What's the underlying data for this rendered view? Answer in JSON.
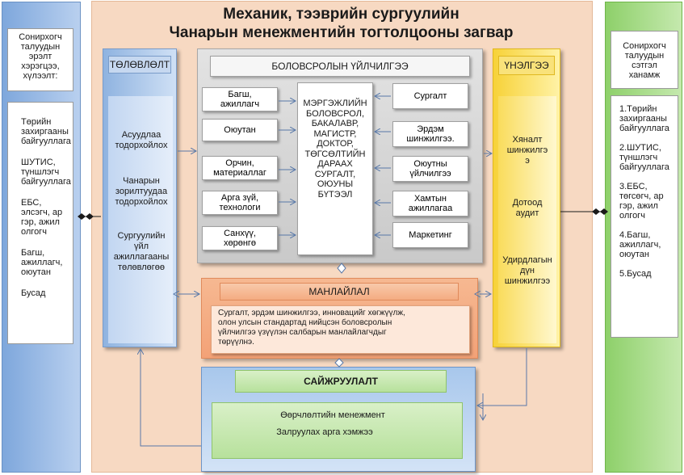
{
  "title": {
    "line1": "Механик, тээврийн сургуулийн",
    "line2": "Чанарын менежментийн тогтолцооны загвар"
  },
  "left_panel": {
    "header": [
      "Сонирхогч",
      "талуудын",
      "эрэлт",
      "хэрэгцээ,",
      "хүлээлт:"
    ],
    "items": [
      [
        "Төрийн",
        "захиргааны",
        "байгууллага"
      ],
      [
        "ШУТИС,",
        "түншлэгч",
        "байгууллага"
      ],
      [
        "ЕБС,",
        "элсэгч, ар",
        "гэр, ажил",
        "олгогч"
      ],
      [
        "Багш,",
        "ажиллагч,",
        "оюутан"
      ],
      [
        "Бусад"
      ]
    ]
  },
  "right_panel": {
    "header": [
      "Сонирхогч",
      "талуудын",
      "сэтгэл",
      "ханамж"
    ],
    "items": [
      [
        "1.Төрийн",
        "захиргааны",
        "байгууллага"
      ],
      [
        "2.ШУТИС,",
        "түншлэгч",
        "байгууллага"
      ],
      [
        "3.ЕБС,",
        "төгсөгч, ар",
        "гэр, ажил",
        "олгогч"
      ],
      [
        "4.Багш,",
        "ажиллагч,",
        "оюутан"
      ],
      [
        "5.Бусад"
      ]
    ]
  },
  "planning": {
    "header": "ТӨЛӨВЛӨЛТ",
    "items": [
      [
        "Асуудлаа",
        "тодорхойлох"
      ],
      [
        "Чанарын",
        "зорилтуудаа",
        "тодорхойлох"
      ],
      [
        "Сургуулийн",
        "үйл",
        "ажиллагааны",
        "төлөвлөгөө"
      ]
    ]
  },
  "education_services": {
    "header": "БОЛОВСРОЛЫН ҮЙЛЧИЛГЭЭ",
    "left_items": [
      [
        "Багш,",
        "ажиллагч"
      ],
      [
        "Оюутан"
      ],
      [
        "Орчин,",
        "материаллаг"
      ],
      [
        "Арга зүй,",
        "технологи"
      ],
      [
        "Санхүү,",
        "хөрөнгө"
      ]
    ],
    "center": [
      "МЭРГЭЖЛИЙН",
      "БОЛОВСРОЛ,",
      "БАКАЛАВР,",
      "МАГИСТР,",
      "ДОКТОР,",
      "ТӨГСӨЛТИЙН",
      "ДАРААХ",
      "СУРГАЛТ,",
      "ОЮУНЫ",
      "БҮТЭЭЛ"
    ],
    "right_items": [
      [
        "Сургалт"
      ],
      [
        "Эрдэм",
        "шинжилгээ."
      ],
      [
        "Оюутны",
        "үйлчилгээ"
      ],
      [
        "Хамтын",
        "ажиллагаа"
      ],
      [
        "Маркетинг"
      ]
    ]
  },
  "evaluation": {
    "header": "ҮНЭЛГЭЭ",
    "items": [
      [
        "Хяналт",
        "шинжилгэ",
        "э"
      ],
      [
        "Дотоод",
        "аудит"
      ],
      [
        "Удирдлагын",
        "дүн",
        "шинжилгээ"
      ]
    ]
  },
  "leadership": {
    "header": "МАНЛАЙЛАЛ",
    "text": [
      "Сургалт, эрдэм шинжилгээ, инновацийг хөгжүүлж,",
      "олон улсын стандартад нийцсэн боловсролын",
      "үйлчилгээ үзүүлэн салбарын манлайлагчдыг",
      "төрүүлнэ."
    ]
  },
  "improvement": {
    "header": "САЙЖРУУЛАЛТ",
    "items": [
      "Өөрчлөлтийн менежмент",
      "Залруулах арга хэмжээ"
    ]
  }
}
